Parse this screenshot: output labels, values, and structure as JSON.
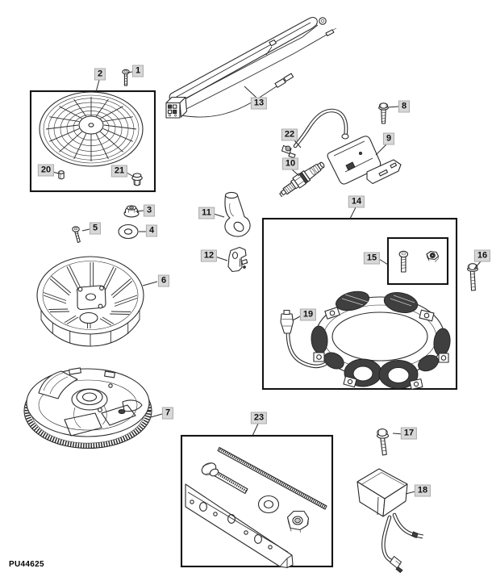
{
  "figure": {
    "code": "PU44625"
  },
  "colors": {
    "line": "#2b2b2b",
    "badge_bg": "#d8d8d8",
    "badge_border": "#ababab",
    "badge_text": "#111111",
    "background": "#ffffff"
  },
  "callouts": [
    {
      "label": "1"
    },
    {
      "label": "2"
    },
    {
      "label": "3"
    },
    {
      "label": "4"
    },
    {
      "label": "5"
    },
    {
      "label": "6"
    },
    {
      "label": "7"
    },
    {
      "label": "8"
    },
    {
      "label": "9"
    },
    {
      "label": "10"
    },
    {
      "label": "11"
    },
    {
      "label": "12"
    },
    {
      "label": "13"
    },
    {
      "label": "14"
    },
    {
      "label": "15"
    },
    {
      "label": "16"
    },
    {
      "label": "17"
    },
    {
      "label": "18"
    },
    {
      "label": "19"
    },
    {
      "label": "20"
    },
    {
      "label": "21"
    },
    {
      "label": "22"
    },
    {
      "label": "23"
    }
  ]
}
